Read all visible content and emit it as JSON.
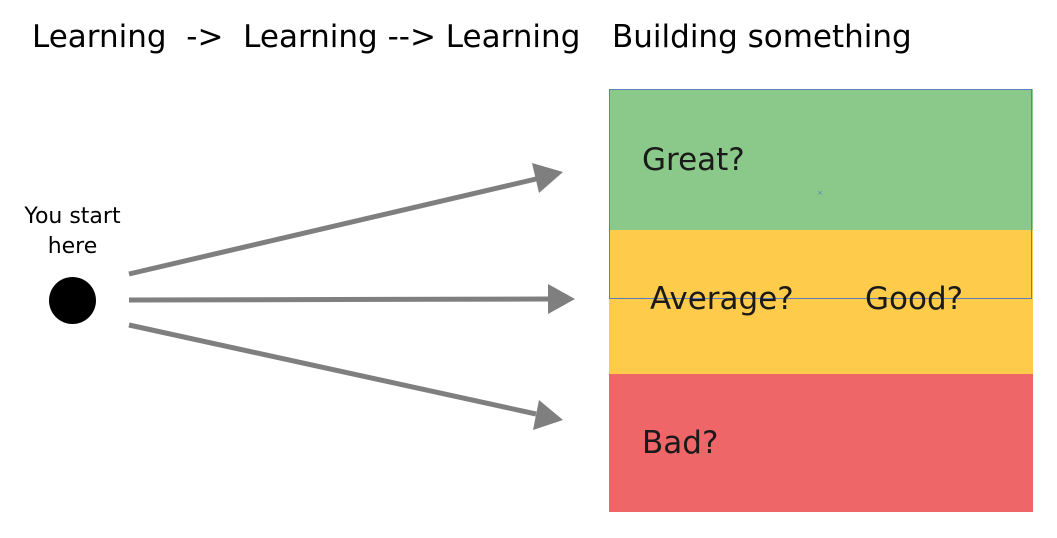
{
  "headings": {
    "left": "Learning  ->  Learning --> Learning",
    "right": "Building something"
  },
  "start": {
    "label_line1": "You start",
    "label_line2": "here"
  },
  "outcomes": [
    {
      "label": "Great?",
      "color": "#8bc98a"
    },
    {
      "label": "Average?",
      "color": "#fecb4a"
    },
    {
      "label": "Good?",
      "color": "#fecb4a"
    },
    {
      "label": "Bad?",
      "color": "#ef6669"
    }
  ],
  "colors": {
    "arrow": "#7f7f7f",
    "outline": "#5b7fbf"
  },
  "marker": "×"
}
